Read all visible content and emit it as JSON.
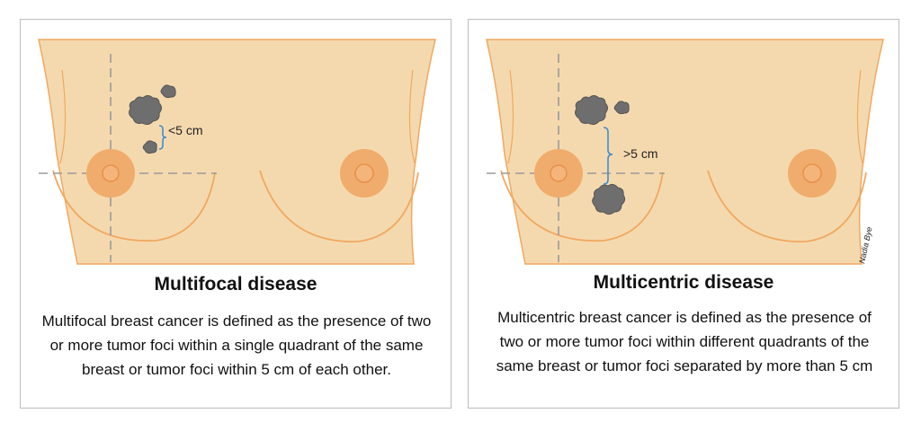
{
  "panels": [
    {
      "title": "Multifocal disease",
      "description": "Multifocal breast cancer is defined as the presence of two or more tumor foci within a single quadrant of the same breast or tumor foci within 5 cm of each other.",
      "distance_label": "<5 cm"
    },
    {
      "title": "Multicentric disease",
      "description": "Multicentric breast cancer is defined as the presence of two or more tumor foci within different quadrants of the same breast or tumor foci separated by more than 5 cm",
      "distance_label": ">5 cm"
    }
  ],
  "signature": "Nadia Bye",
  "colors": {
    "skin": "#F5D9AE",
    "outline": "#F0A860",
    "areola": "#F0AC6C",
    "tumor": "#6E6E6E",
    "bracket": "#3E8FD0",
    "crosshair": "#9A9A9A"
  }
}
